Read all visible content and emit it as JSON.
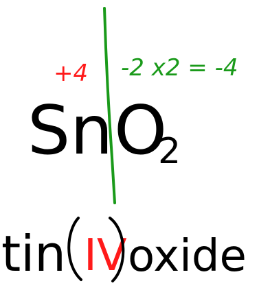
{
  "oxidation_state": "+4",
  "formula": {
    "element_one": "Sn",
    "element_two": "O",
    "subscript": "2"
  },
  "oxygen_charge_calc": "-2 x2 = -4",
  "compound_name": {
    "prefix": "tin",
    "roman_numeral": "IV",
    "suffix": "oxide"
  },
  "colors": {
    "ink": "#000000",
    "red": "#ff1a1a",
    "green": "#1a9a1a"
  }
}
